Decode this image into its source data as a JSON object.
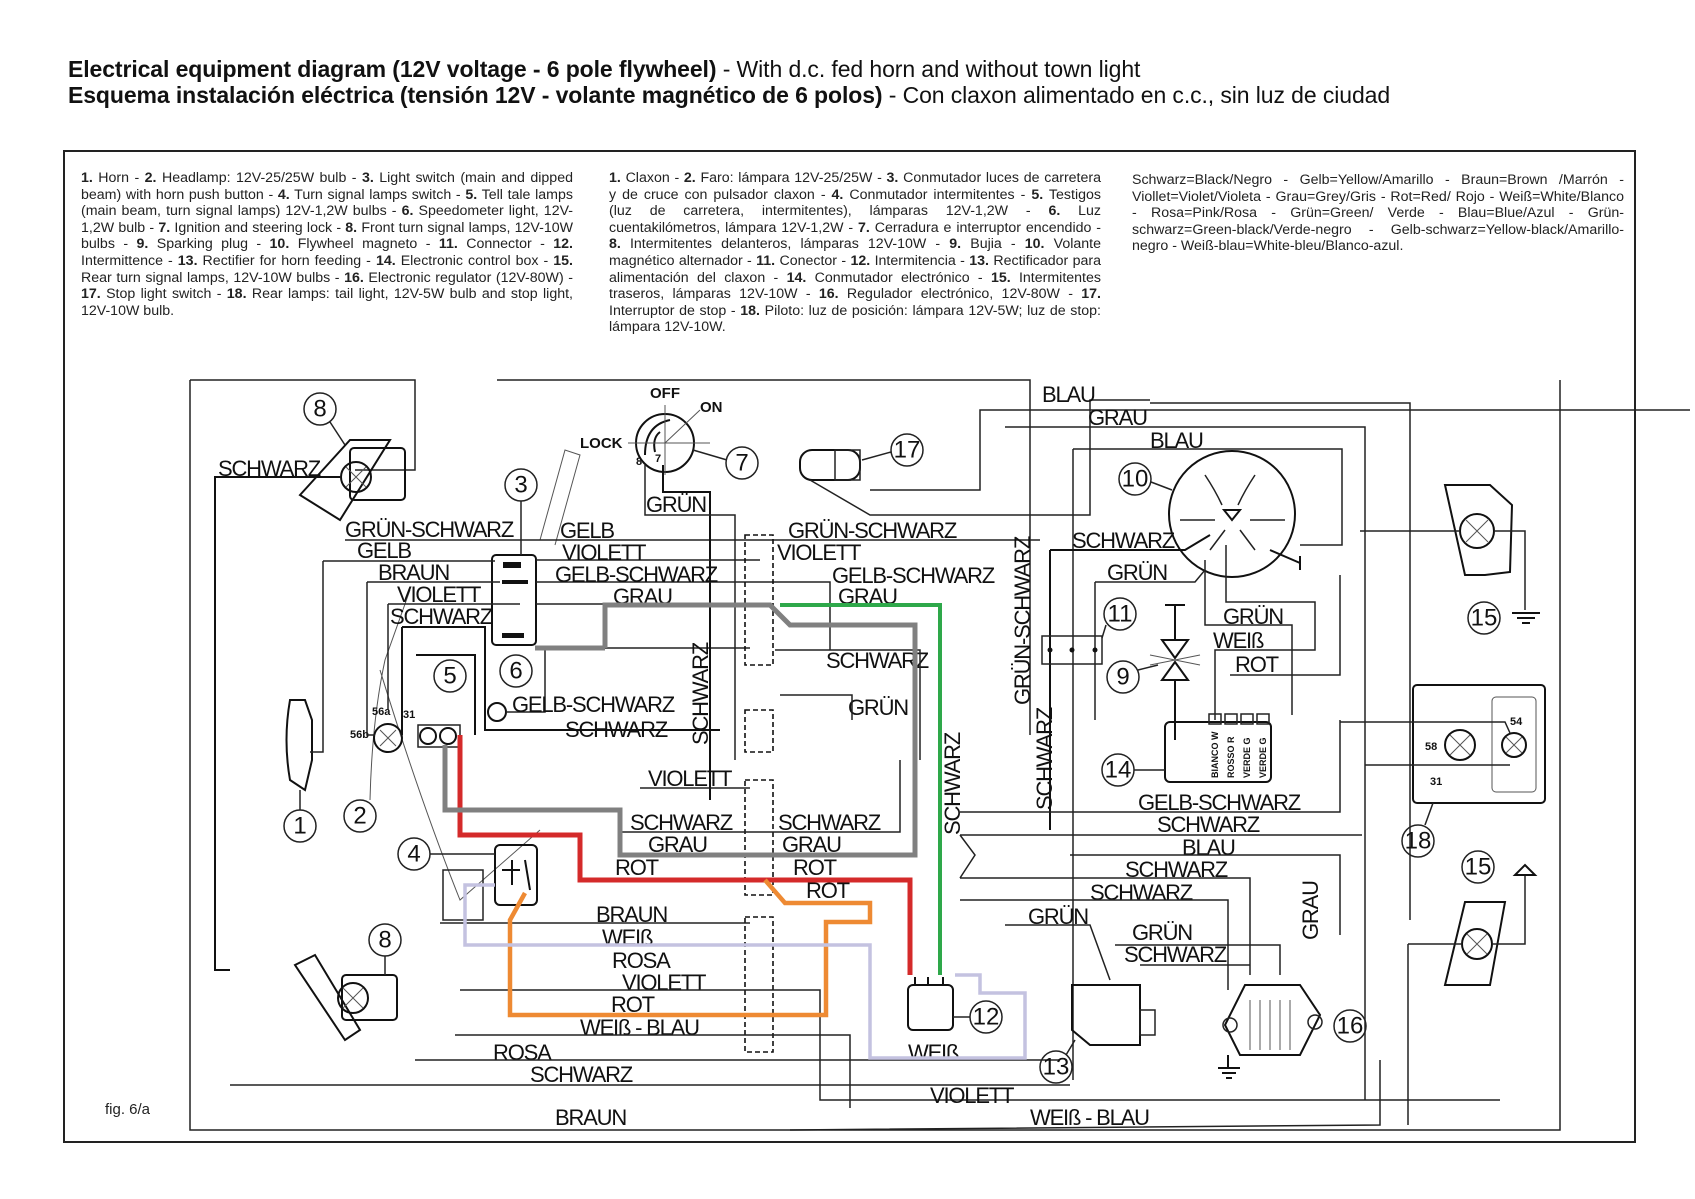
{
  "header": {
    "line1_bold": "Electrical equipment diagram (12V voltage - 6 pole flywheel)",
    "line1_rest": " - With d.c. fed horn and without town light",
    "line2_bold": "Esquema instalación eléctrica (tensión 12V - volante magnético de 6 polos)",
    "line2_rest": " - Con claxon alimentado en c.c., sin luz de ciudad"
  },
  "legend_en": [
    {
      "n": "1.",
      "t": " Horn - "
    },
    {
      "n": "2.",
      "t": " Headlamp: 12V-25/25W bulb - "
    },
    {
      "n": "3.",
      "t": " Light switch (main and dipped beam) with horn push button - "
    },
    {
      "n": "4.",
      "t": " Turn signal lamps switch - "
    },
    {
      "n": "5.",
      "t": " Tell tale lamps (main beam, turn signal lamps) 12V-1,2W bulbs - "
    },
    {
      "n": "6.",
      "t": " Speedometer light, 12V-1,2W bulb - "
    },
    {
      "n": "7.",
      "t": " Ignition and steering lock - "
    },
    {
      "n": "8.",
      "t": " Front turn signal lamps, 12V-10W bulbs - "
    },
    {
      "n": "9.",
      "t": " Sparking plug - "
    },
    {
      "n": "10.",
      "t": " Flywheel magneto - "
    },
    {
      "n": "11.",
      "t": " Connector - "
    },
    {
      "n": "12.",
      "t": " Intermittence - "
    },
    {
      "n": "13.",
      "t": " Rectifier for horn feeding - "
    },
    {
      "n": "14.",
      "t": " Electronic control box - "
    },
    {
      "n": "15.",
      "t": " Rear turn signal lamps, 12V-10W bulbs - "
    },
    {
      "n": "16.",
      "t": " Electronic regulator (12V-80W) - "
    },
    {
      "n": "17.",
      "t": " Stop light switch - "
    },
    {
      "n": "18.",
      "t": " Rear lamps: tail light, 12V-5W bulb and stop light, 12V-10W bulb."
    }
  ],
  "legend_es": [
    {
      "n": "1.",
      "t": " Claxon - "
    },
    {
      "n": "2.",
      "t": " Faro: lámpara 12V-25/25W - "
    },
    {
      "n": "3.",
      "t": " Conmutador luces de carretera y de cruce con pulsador claxon - "
    },
    {
      "n": "4.",
      "t": " Conmutador intermitentes - "
    },
    {
      "n": "5.",
      "t": " Testigos (luz de carretera, intermitentes), lámparas 12V-1,2W - "
    },
    {
      "n": "6.",
      "t": " Luz cuentakilómetros, lámpara 12V-1,2W - "
    },
    {
      "n": "7.",
      "t": " Cerradura e interruptor encendido - "
    },
    {
      "n": "8.",
      "t": " Intermitentes delanteros, lámparas 12V-10W - "
    },
    {
      "n": "9.",
      "t": " Bujia - "
    },
    {
      "n": "10.",
      "t": " Volante magnético alternador - "
    },
    {
      "n": "11.",
      "t": " Conector - "
    },
    {
      "n": "12.",
      "t": " Intermitencia - "
    },
    {
      "n": "13.",
      "t": " Rectificador para alimentación del claxon - "
    },
    {
      "n": "14.",
      "t": " Conmutador electrónico - "
    },
    {
      "n": "15.",
      "t": " Intermitentes traseros, lámparas 12V-10W - "
    },
    {
      "n": "16.",
      "t": " Regulador electrónico, 12V-80W - "
    },
    {
      "n": "17.",
      "t": " Interruptor de stop - "
    },
    {
      "n": "18.",
      "t": " Piloto: luz de posición: lámpara 12V-5W; luz de stop: lámpara 12V-10W."
    }
  ],
  "legend_colors": "Schwarz=Black/Negro - Gelb=Yellow/Amarillo - Braun=Brown /Marrón - Viollet=Violet/Violeta - Grau=Grey/Gris - Rot=Red/ Rojo - Weiß=White/Blanco - Rosa=Pink/Rosa - Grün=Green/ Verde - Blau=Blue/Azul - Grün-schwarz=Green-black/Verde-negro - Gelb-schwarz=Yellow-black/Amarillo-negro - Weiß-blau=White-bleu/Blanco-azul.",
  "figure_label": "fig. 6/a",
  "highlight_colors": {
    "red": "#d42a2a",
    "green": "#2ea84a",
    "grey": "#808080",
    "orange": "#ee8a33",
    "lavender": "#c4c2e0"
  },
  "component_numbers": [
    "1",
    "2",
    "3",
    "4",
    "5",
    "6",
    "7",
    "8",
    "8",
    "9",
    "10",
    "11",
    "12",
    "13",
    "14",
    "15",
    "15",
    "16",
    "17",
    "18"
  ],
  "ignition_labels": {
    "off": "OFF",
    "on": "ON",
    "lock": "LOCK",
    "pin7": "7",
    "pin8": "8"
  },
  "headlamp_pins": {
    "a": "56a",
    "b": "56b",
    "g": "31"
  },
  "rear_lamp_pins": {
    "p58": "58",
    "p54": "54",
    "p31": "31"
  },
  "control_box_terminals": [
    "BIANCO W",
    "ROSSO R",
    "VERDE G",
    "VERDE G"
  ],
  "wire_labels": {
    "schwarz_8top": "SCHWARZ",
    "grun_schwarz_l": "GRÜN-SCHWARZ",
    "gelb_l": "GELB",
    "braun_l": "BRAUN",
    "violett_l": "VIOLETT",
    "schwarz_l": "SCHWARZ",
    "grun_7": "GRÜN",
    "gelb_m": "GELB",
    "violett_m": "VIOLETT",
    "gelb_schwarz_m": "GELB-SCHWARZ",
    "grau_m": "GRAU",
    "grun_schwarz_m": "GRÜN-SCHWARZ",
    "violett_r": "VIOLETT",
    "gelb_schwarz_r": "GELB-SCHWARZ",
    "grau_r": "GRAU",
    "gelb_schwarz_6": "GELB-SCHWARZ",
    "schwarz_6": "SCHWARZ",
    "schwarz_v1": "SCHWARZ",
    "schwarz_c1": "SCHWARZ",
    "grun_c1": "GRÜN",
    "violett_c": "VIOLETT",
    "schwarz_c2": "SCHWARZ",
    "grau_c2": "GRAU",
    "rot_c2": "ROT",
    "schwarz_c3": "SCHWARZ",
    "grau_c3": "GRAU",
    "rot_c3": "ROT",
    "rot_c4": "ROT",
    "braun_b": "BRAUN",
    "weiss_b": "WEIß",
    "rosa_b": "ROSA",
    "violett_b": "VIOLETT",
    "rot_b": "ROT",
    "weiss_blau_b": "WEIß - BLAU",
    "rosa_bb": "ROSA",
    "schwarz_bb": "SCHWARZ",
    "braun_bottom": "BRAUN",
    "violett_bottom": "VIOLETT",
    "weiss_blau_bottom": "WEIß - BLAU",
    "weiss_12": "WEIß",
    "schwarz_v2": "SCHWARZ",
    "grun_schwarz_v": "GRÜN-SCHWARZ",
    "schwarz_v3": "SCHWARZ",
    "blau_1": "BLAU",
    "grau_1": "GRAU",
    "blau_2": "BLAU",
    "schwarz_10": "SCHWARZ",
    "grun_10": "GRÜN",
    "grun_14": "GRÜN",
    "weiss_14": "WEIß",
    "rot_14": "ROT",
    "gelb_schwarz_14": "GELB-SCHWARZ",
    "schwarz_14a": "SCHWARZ",
    "blau_14": "BLAU",
    "schwarz_14b": "SCHWARZ",
    "schwarz_14c": "SCHWARZ",
    "grun_13": "GRÜN",
    "grun_13b": "GRÜN",
    "schwarz_13": "SCHWARZ",
    "grau_16": "GRAU"
  }
}
